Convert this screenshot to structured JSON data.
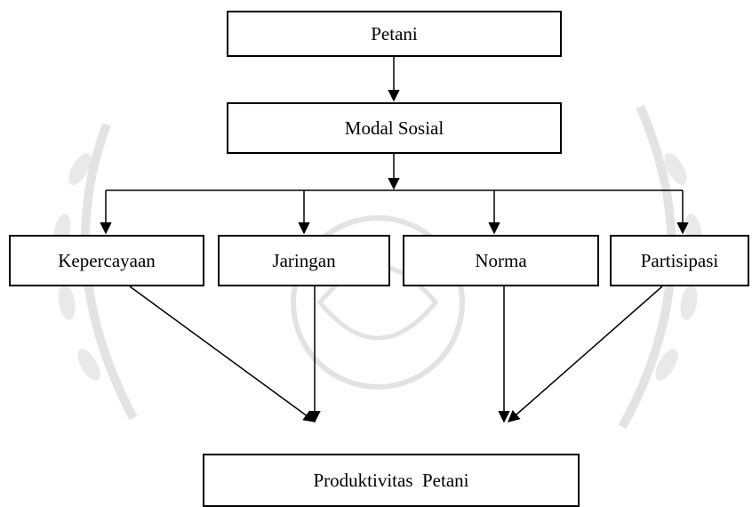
{
  "diagram": {
    "nodes": {
      "petani": "Petani",
      "modal_sosial": "Modal Sosial",
      "kepercayaan": "Kepercayaan",
      "jaringan": "Jaringan",
      "norma": "Norma",
      "partisipasi": "Partisipasi",
      "produktivitas": "Produktivitas  Petani"
    },
    "edges": [
      [
        "petani",
        "modal_sosial"
      ],
      [
        "modal_sosial",
        "kepercayaan"
      ],
      [
        "modal_sosial",
        "jaringan"
      ],
      [
        "modal_sosial",
        "norma"
      ],
      [
        "modal_sosial",
        "partisipasi"
      ],
      [
        "kepercayaan",
        "produktivitas"
      ],
      [
        "jaringan",
        "produktivitas"
      ],
      [
        "norma",
        "produktivitas"
      ],
      [
        "partisipasi",
        "produktivitas"
      ]
    ]
  },
  "colors": {
    "line": "#000000",
    "watermark": "#d9d9d9"
  }
}
